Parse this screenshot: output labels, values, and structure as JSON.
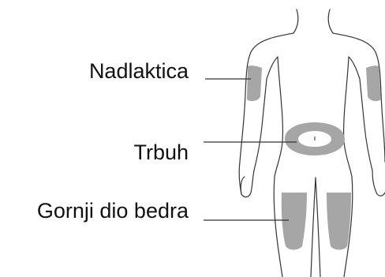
{
  "labels": {
    "upper_arm": "Nadlaktica",
    "abdomen": "Trbuh",
    "upper_thigh": "Gornji dio bedra"
  },
  "colors": {
    "outline": "#333333",
    "injection_zone": "#a6a6a6",
    "leader_line": "#333333",
    "text": "#111111"
  }
}
